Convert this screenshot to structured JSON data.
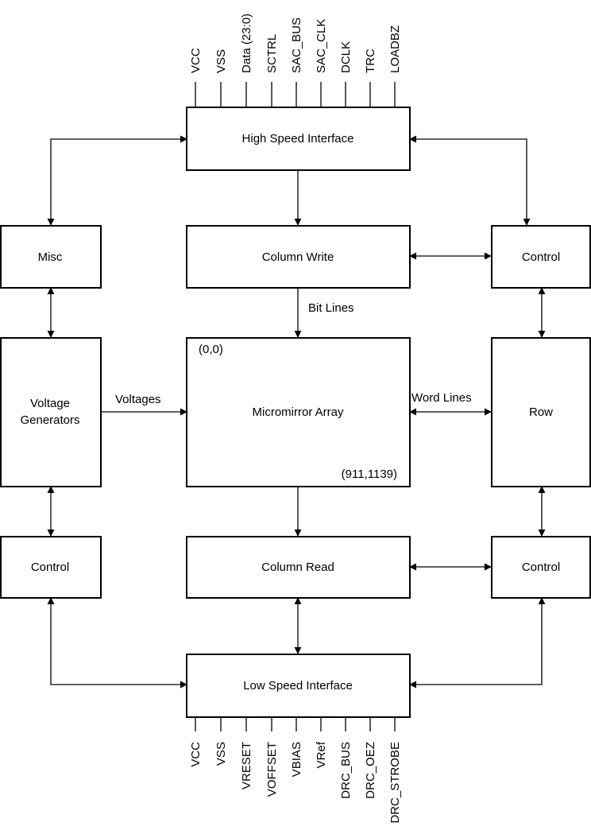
{
  "blocks": {
    "high_speed_interface": "High Speed Interface",
    "column_write": "Column Write",
    "misc": "Misc",
    "control_top_right": "Control",
    "voltage_generators_line1": "Voltage",
    "voltage_generators_line2": "Generators",
    "micromirror_array": "Micromirror Array",
    "array_origin": "(0,0)",
    "array_extent": "(911,1139)",
    "row": "Row",
    "control_left": "Control",
    "column_read": "Column Read",
    "control_bottom_right": "Control",
    "low_speed_interface": "Low Speed Interface"
  },
  "connection_labels": {
    "bit_lines": "Bit Lines",
    "voltages": "Voltages",
    "word_lines": "Word Lines"
  },
  "high_speed_pins": [
    "VCC",
    "VSS",
    "Data (23:0)",
    "SCTRL",
    "SAC_BUS",
    "SAC_CLK",
    "DCLK",
    "TRC",
    "LOADBZ"
  ],
  "low_speed_pins": [
    "VCC",
    "VSS",
    "VRESET",
    "VOFFSET",
    "VBIAS",
    "VRef",
    "DRC_BUS",
    "DRC_OEZ",
    "DRC_STROBE"
  ]
}
